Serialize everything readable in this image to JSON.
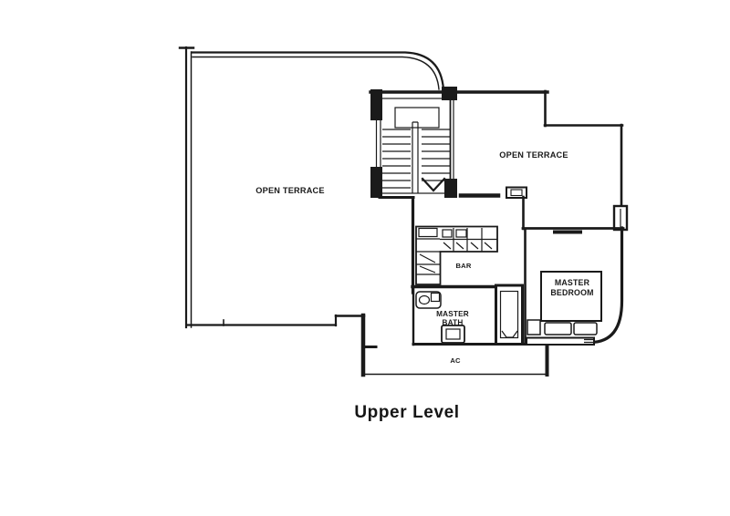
{
  "floor_plan": {
    "title": "Upper Level",
    "labels": {
      "open_terrace_left": "OPEN TERRACE",
      "open_terrace_right": "OPEN TERRACE",
      "master_bedroom_line1": "MASTER",
      "master_bedroom_line2": "BEDROOM",
      "master_bath_line1": "MASTER",
      "master_bath_line2": "BATH",
      "bar": "BAR",
      "ac": "AC"
    },
    "colors": {
      "line": "#1a1a1a",
      "background": "#ffffff"
    }
  }
}
